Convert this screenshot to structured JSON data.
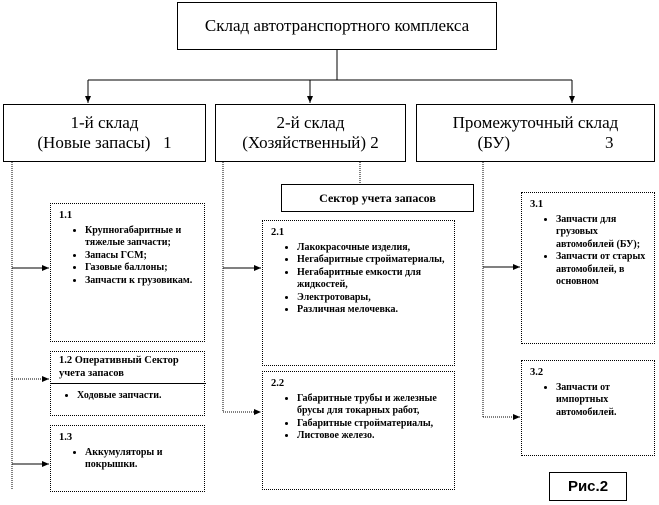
{
  "root": "Склад автотранспортного комплекса",
  "w1": {
    "line1": "1-й склад",
    "line2": "(Новые запасы)",
    "num": "1"
  },
  "w2": {
    "line1": "2-й склад",
    "line2": "(Хозяйственный)",
    "num": "2"
  },
  "w3": {
    "line1": "Промежуточный склад",
    "line2": "(БУ)",
    "num": "3"
  },
  "sector": "Сектор учета запасов",
  "b11": {
    "num": "1.1",
    "items": [
      "Крупногабаритные и тяжелые запчасти;",
      "Запасы ГСМ;",
      "Газовые баллоны;",
      "Запчасти к грузовикам."
    ]
  },
  "b12": {
    "title": "1.2   Оперативный Сектор учета запасов",
    "items": [
      "Ходовые запчасти."
    ]
  },
  "b13": {
    "num": "1.3",
    "items": [
      "Аккумуляторы и покрышки."
    ]
  },
  "b21": {
    "num": "2.1",
    "items": [
      "Лакокрасочные изделия,",
      "Негабаритные стройматериалы,",
      "Негабаритные емкости для жидкостей,",
      "Электротовары,",
      "Различная мелочевка."
    ]
  },
  "b22": {
    "num": "2.2",
    "items": [
      "Габаритные трубы и железные брусы для токарных работ,",
      "Габаритные стройматериалы,",
      "Листовое железо."
    ]
  },
  "b31": {
    "num": "3.1",
    "items": [
      "Запчасти для грузовых автомобилей (БУ);",
      "Запчасти от старых автомобилей, в основном"
    ]
  },
  "b32": {
    "num": "3.2",
    "items": [
      "Запчасти от импортных автомобилей."
    ]
  },
  "caption": "Рис.2"
}
